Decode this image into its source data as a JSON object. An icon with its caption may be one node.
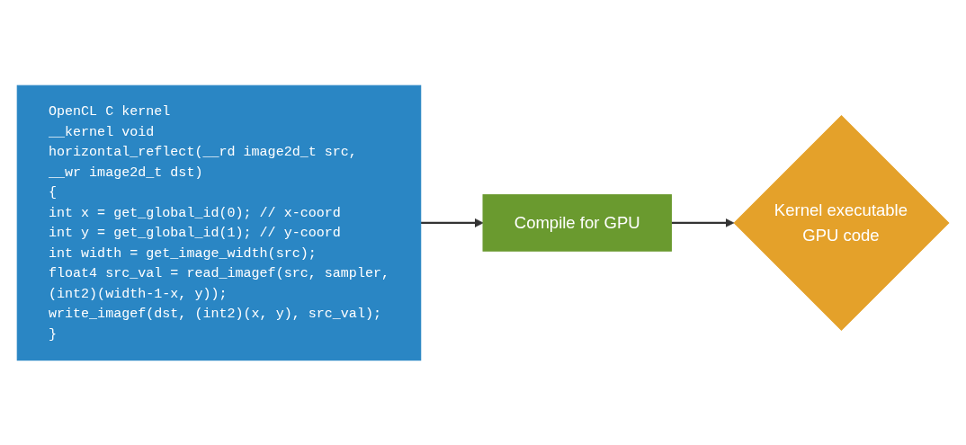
{
  "diagram": {
    "nodes": [
      {
        "text": [
          "OpenCL C kernel",
          "__kernel void",
          "horizontal_reflect(__rd image2d_t src,",
          "__wr image2d_t dst)",
          "{",
          "int x = get_global_id(0); // x-coord",
          "int y = get_global_id(1); // y-coord",
          "int width = get_image_width(src);",
          "float4 src_val = read_imagef(src, sampler,",
          "(int2)(width-1-x, y));",
          "write_imagef(dst, (int2)(x, y), src_val);",
          "}"
        ]
      },
      {
        "text": [
          "Compile for GPU"
        ]
      },
      {
        "text": [
          "Kernel executable",
          "GPU code"
        ]
      }
    ],
    "edges": [
      {
        "from": 0,
        "to": 1,
        "arrow": "to"
      },
      {
        "from": 1,
        "to": 2,
        "arrow": "to"
      }
    ]
  }
}
